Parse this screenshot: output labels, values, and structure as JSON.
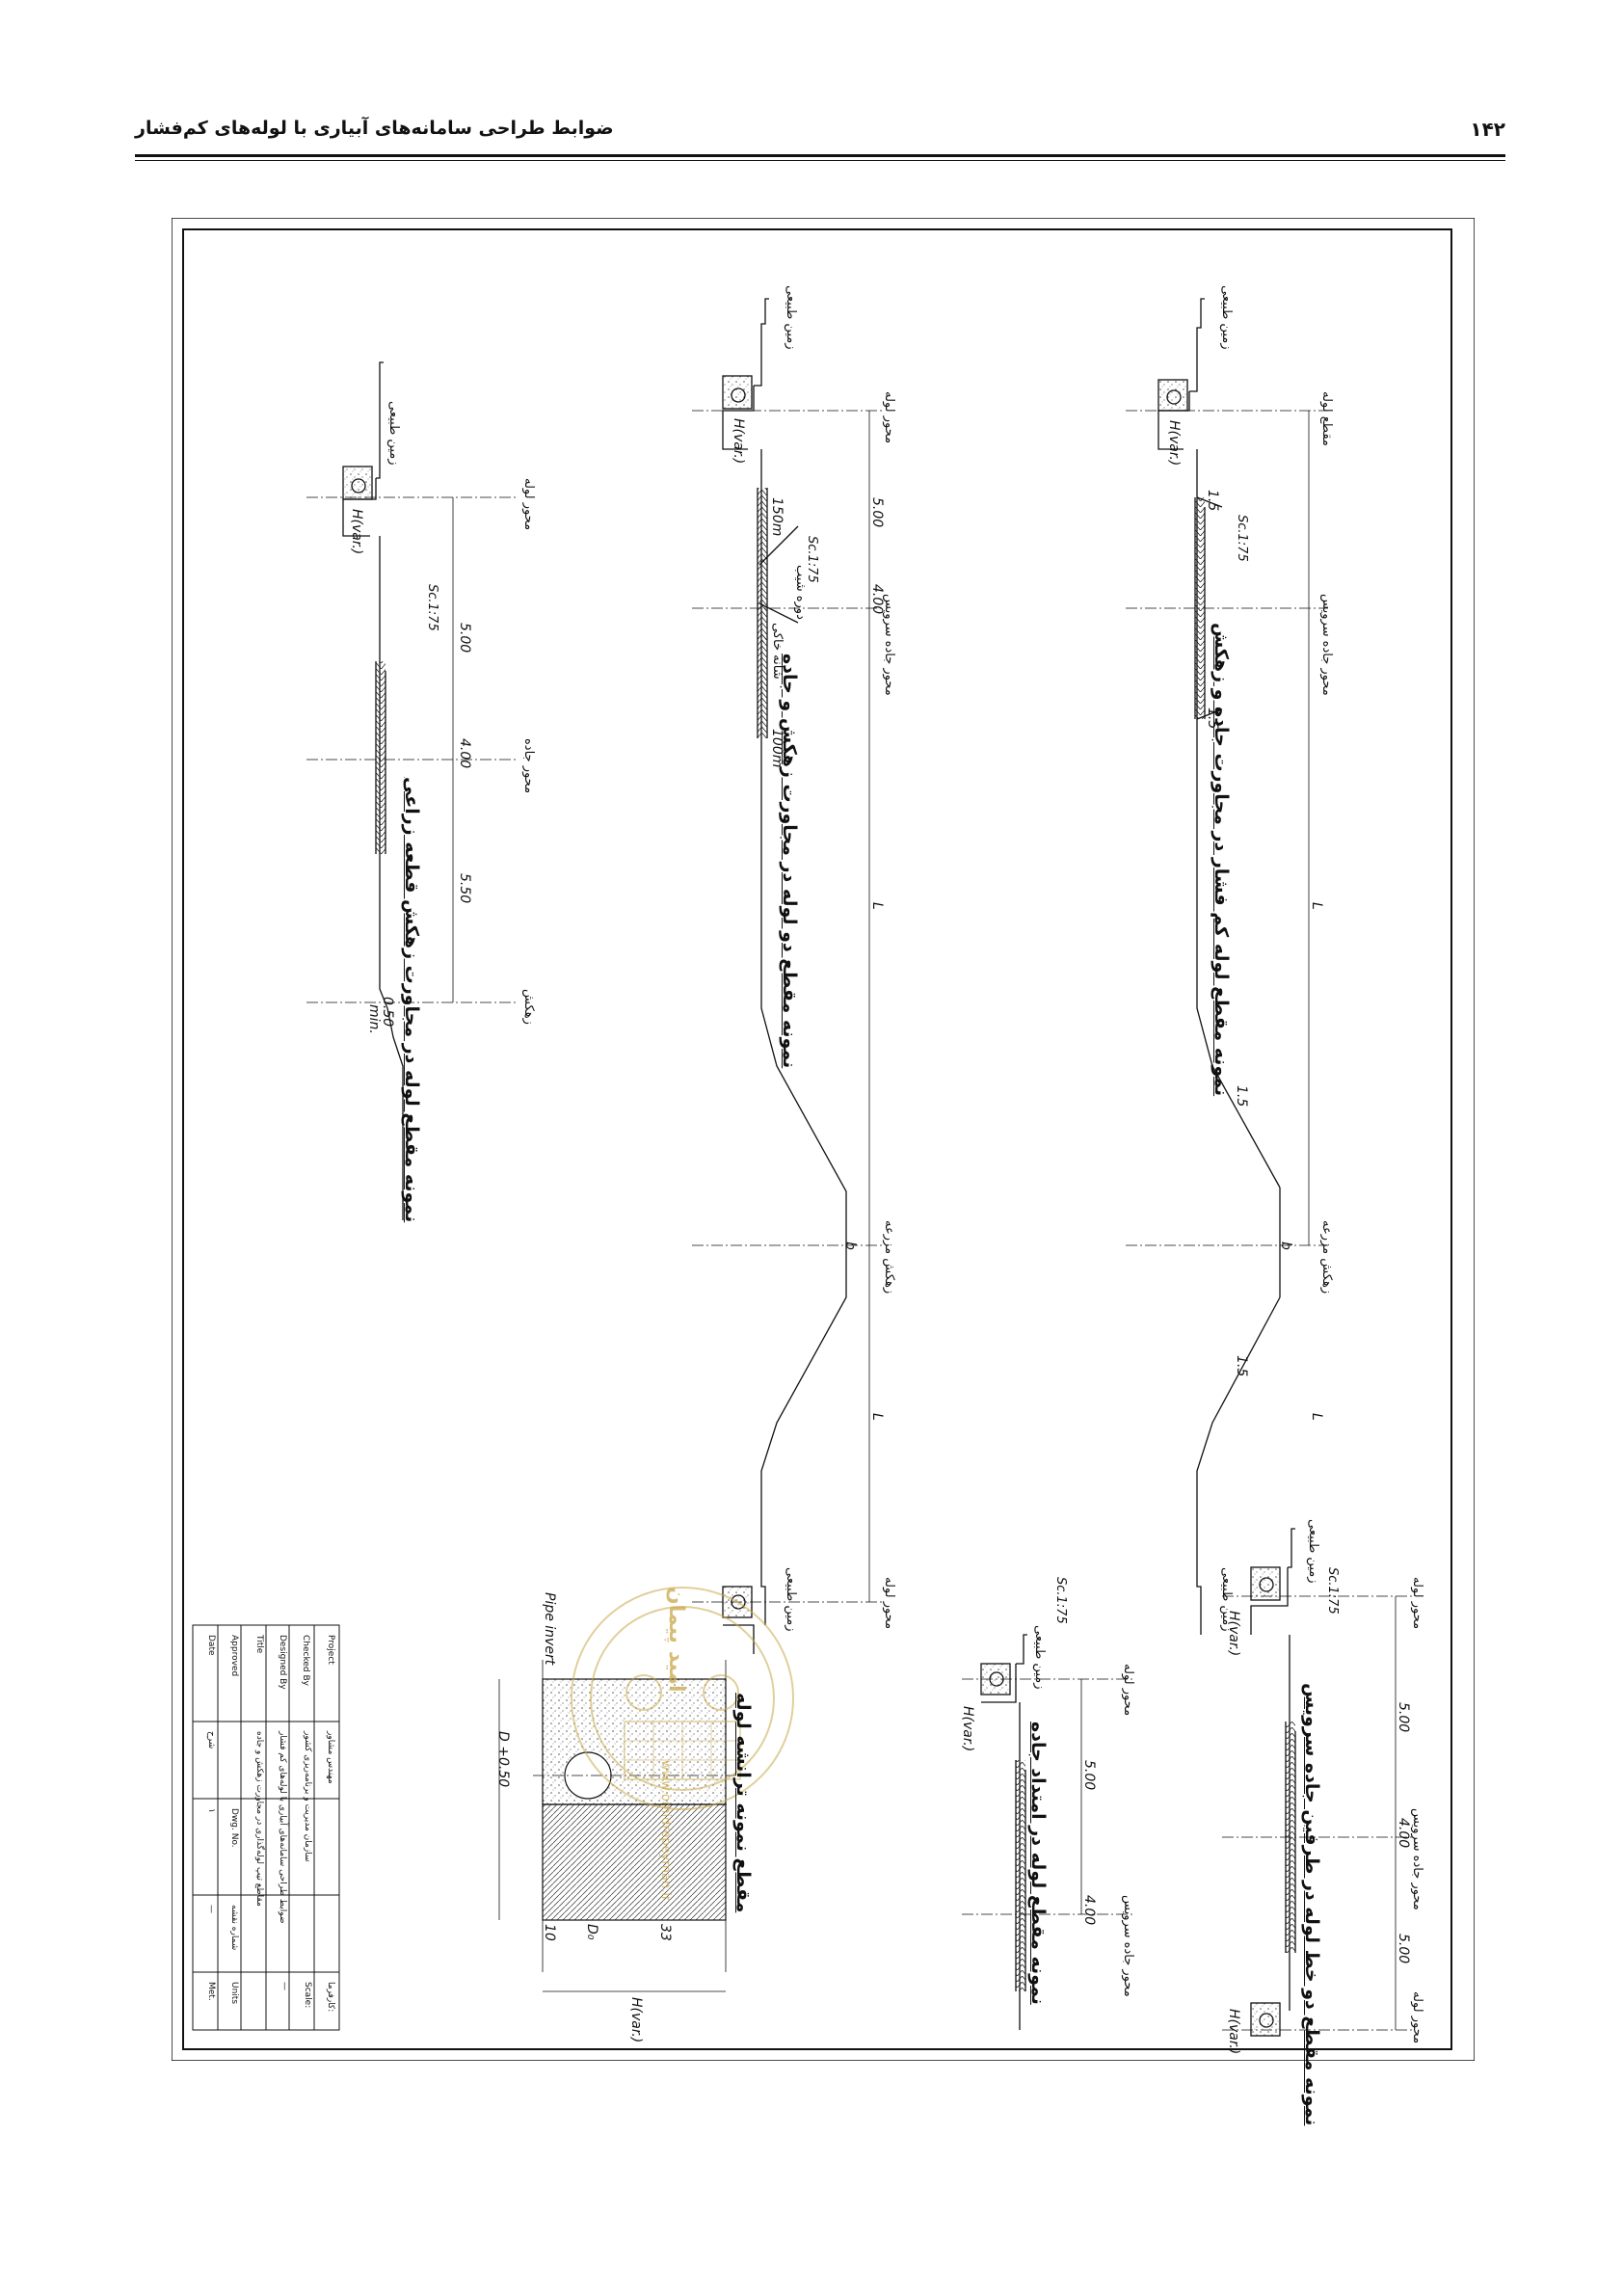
{
  "header": {
    "title": "ضوابط طراحی سامانه‌های آبیاری با لوله‌های کم‌فشار",
    "page_number": "۱۴۲"
  },
  "sections": [
    {
      "title": "نمونه مقطع لوله کم فشار در مجاورت جاده و زهکش",
      "scale": "Sc.1:75",
      "labels": [
        "زمین طبیعی",
        "مقطع لوله",
        "H(var.)",
        "محور جاده سرویس",
        "زهکش مزرعه",
        "زمین طبیعی",
        "L",
        "L",
        "b",
        "1.5",
        "1.5",
        "1.5",
        "1.5"
      ]
    },
    {
      "title": "نمونه مقطع دو لوله در مجاورت زهکش و جاده",
      "scale": "Sc.1:75",
      "labels": [
        "زمین طبیعی",
        "محور لوله",
        "H(var.)",
        "5.00",
        "4.00",
        "150m",
        "دوره شیب",
        "شانه خاکی",
        "100m",
        "محور جاده سرویس",
        "زهکش مزرعه",
        "زمین طبیعی",
        "محور لوله",
        "L",
        "L",
        "b"
      ]
    },
    {
      "title": "نمونه مقطع لوله در مجاورت زهکش قطعه زراعی",
      "scale": "Sc.1:75",
      "labels": [
        "زمین طبیعی",
        "محور لوله",
        "H(var.)",
        "5.00",
        "4.00",
        "5.50",
        "محور جاده",
        "زهکش",
        "0.50",
        "min."
      ]
    },
    {
      "title": "نمونه مقطع دو خط لوله در طرفین جاده سرویس",
      "scale": "Sc.1:75",
      "labels": [
        "زمین طبیعی",
        "محور لوله",
        "H(var.)",
        "5.00",
        "4.00",
        "5.00",
        "محور جاده سرویس",
        "محور لوله",
        "H(var.)"
      ]
    },
    {
      "title": "نمونه مقطع لوله در امتداد جاده",
      "scale": "Sc.1:75",
      "labels": [
        "زمین طبیعی",
        "محور لوله",
        "H(var.)",
        "5.00",
        "4.00",
        "محور جاده سرویس"
      ]
    },
    {
      "title": "مقطع نمونه ترانشه لوله",
      "labels": [
        "Pipe invert",
        "D +0.50",
        "10",
        "D₀",
        "33",
        "H(var.)"
      ]
    }
  ],
  "title_block": {
    "employer_label": "کارفرما:",
    "employer": "سازمان مدیریت و برنامه‌ریزی کشور",
    "project_label": "Project",
    "project": "ضوابط طراحی سامانه‌های آبیاری با لوله‌های کم فشار",
    "drawing_title_label": "Title",
    "drawing_title": "مقاطع تیپ لوله‌گذاری در مجاورت زهکش و جاده",
    "scale_label": "Scale:",
    "scale": "—",
    "drawing_no_label": "Dwg. No.",
    "drawing_no": "۱",
    "sheet_label": "شماره نقشه",
    "sheet_no": "—",
    "units_label": "Units",
    "units": "Met.",
    "date_label": "Date",
    "designed_by_label": "Designed By",
    "checked_by_label": "Checked By",
    "approved_by_label": "Approved",
    "consultant_label": "مهندس مشاور",
    "rev_label": "شرح"
  },
  "watermark": {
    "text": "www.omidrepeyman.ir",
    "brand": "امید پیمان",
    "color": "#c9a84a"
  }
}
